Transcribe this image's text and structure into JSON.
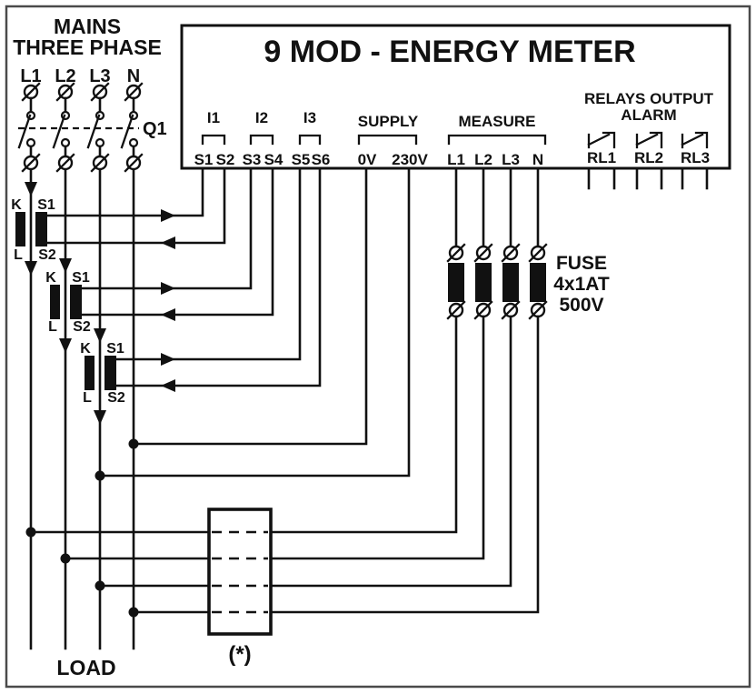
{
  "diagram": {
    "mains": {
      "title_line1": "MAINS",
      "title_line2": "THREE PHASE",
      "phase_labels": [
        "L1",
        "L2",
        "L3",
        "N"
      ],
      "breaker_label": "Q1",
      "load_label": "LOAD"
    },
    "meter": {
      "title": "9 MOD - ENERGY METER",
      "current_inputs": [
        {
          "group": "I1",
          "t1": "S1",
          "t2": "S2"
        },
        {
          "group": "I2",
          "t1": "S3",
          "t2": "S4"
        },
        {
          "group": "I3",
          "t1": "S5",
          "t2": "S6"
        }
      ],
      "supply": {
        "group": "SUPPLY",
        "t1": "0V",
        "t2": "230V"
      },
      "measure": {
        "group": "MEASURE",
        "t1": "L1",
        "t2": "L2",
        "t3": "L3",
        "t4": "N"
      },
      "relays": {
        "group_line1": "RELAYS OUTPUT",
        "group_line2": "ALARM",
        "r1": "RL1",
        "r2": "RL2",
        "r3": "RL3"
      }
    },
    "cts": [
      {
        "k": "K",
        "l": "L",
        "s1": "S1",
        "s2": "S2"
      },
      {
        "k": "K",
        "l": "L",
        "s1": "S1",
        "s2": "S2"
      },
      {
        "k": "K",
        "l": "L",
        "s1": "S1",
        "s2": "S2"
      }
    ],
    "fuse": {
      "line1": "FUSE",
      "line2": "4x1AT",
      "line3": "500V"
    },
    "note": "(*)"
  },
  "colors": {
    "wire": "#111111",
    "background": "#ffffff",
    "page_border": "#4a4a4a"
  }
}
